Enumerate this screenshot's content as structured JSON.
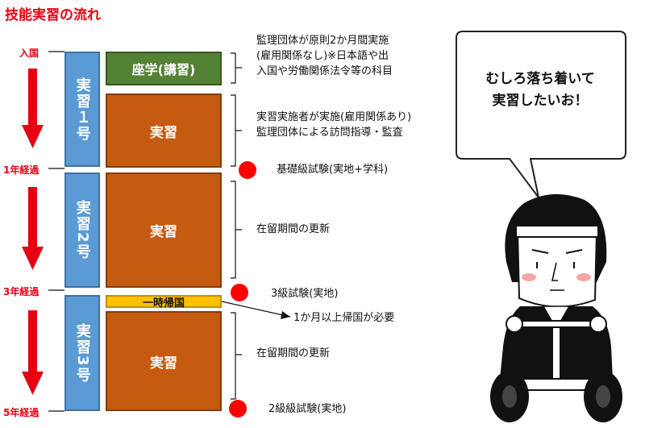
{
  "title": "技能実習の流れ",
  "timeline": {
    "entry": "入国",
    "year1": "1年経過",
    "year3": "3年経過",
    "year5": "5年経過"
  },
  "stages": {
    "stage1": "実習１号",
    "stage2": "実習2号",
    "stage3": "実習3号"
  },
  "blocks": {
    "lecture": "座学(講習)",
    "practice1": "実習",
    "practice2": "実習",
    "return": "一時帰国",
    "practice3": "実習"
  },
  "notes": {
    "lecture": [
      "監理団体が原則2か月間実施",
      "(雇用関係なし)※日本語や出",
      "入国や労働関係法令等の科目"
    ],
    "practice1": [
      "実習実施者が実施(雇用関係あり)",
      "監理団体による訪問指導・監査"
    ],
    "exam_basic": "基礎級試験(実地+学科)",
    "renew1": "在留期間の更新",
    "exam3": "3級試験(実地)",
    "return_note": "1か月以上帰国が必要",
    "renew2": "在留期間の更新",
    "exam2": "2級級試験(実地)"
  },
  "speech": [
    "むしろ落ち着いて",
    "実習したいお！"
  ],
  "colors": {
    "title_red": "#e60012",
    "stage_blue": "#5b9bd5",
    "practice_brown": "#c55a11",
    "lecture_green": "#548235",
    "return_yellow": "#ffc000"
  }
}
